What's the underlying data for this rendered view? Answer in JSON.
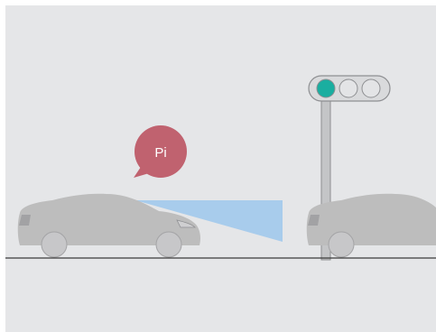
{
  "speech_bubble": {
    "text": "Pi",
    "color": "#c0626f",
    "text_color": "#ffffff"
  },
  "traffic_light": {
    "active_lamp": "green",
    "lamp_count": 3,
    "active_color": "#1aaea0",
    "inactive_color": "#e3e4e6"
  },
  "sensor_beam": {
    "color": "#a8ccec"
  },
  "colors": {
    "background": "#e5e6e8",
    "car_body": "#bdbdbd",
    "car_shadow": "#a7a7a9",
    "road_line": "#3a3a3a",
    "pole": "#c4c5c7",
    "outline": "#8e8f92"
  },
  "vehicles": [
    {
      "role": "ego-car"
    },
    {
      "role": "leading-car"
    }
  ]
}
